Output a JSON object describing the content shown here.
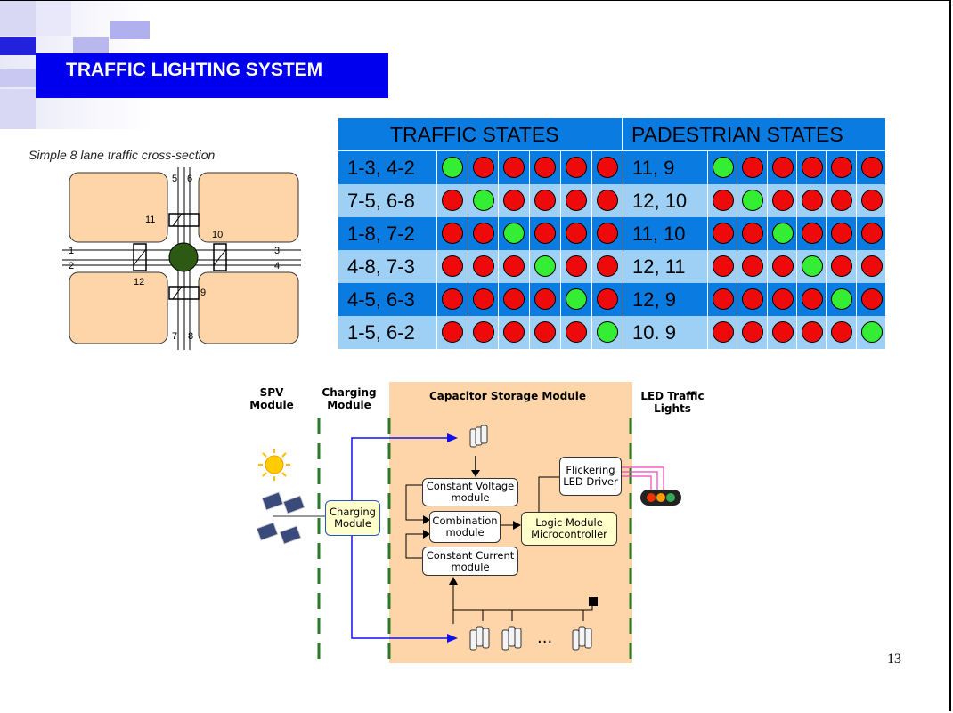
{
  "title": "TRAFFIC LIGHTING SYSTEM",
  "cross_section": {
    "caption": "Simple 8 lane traffic cross-section",
    "lane_labels": [
      "1",
      "2",
      "3",
      "4",
      "5",
      "6",
      "7",
      "8"
    ],
    "crossing_labels": [
      "9",
      "10",
      "11",
      "12"
    ]
  },
  "states_table": {
    "traffic_header": "TRAFFIC STATES",
    "pedestrian_header": "PADESTRIAN STATES",
    "rows": [
      {
        "traffic": "1-3, 4-2",
        "t_lights": [
          "green",
          "red",
          "red",
          "red",
          "red",
          "red"
        ],
        "pedestrian": "11, 9",
        "p_lights": [
          "green",
          "red",
          "red",
          "red",
          "red",
          "red"
        ]
      },
      {
        "traffic": "7-5, 6-8",
        "t_lights": [
          "red",
          "green",
          "red",
          "red",
          "red",
          "red"
        ],
        "pedestrian": "12, 10",
        "p_lights": [
          "red",
          "green",
          "red",
          "red",
          "red",
          "red"
        ]
      },
      {
        "traffic": "1-8, 7-2",
        "t_lights": [
          "red",
          "red",
          "green",
          "red",
          "red",
          "red"
        ],
        "pedestrian": "11, 10",
        "p_lights": [
          "red",
          "red",
          "green",
          "red",
          "red",
          "red"
        ]
      },
      {
        "traffic": "4-8, 7-3",
        "t_lights": [
          "red",
          "red",
          "red",
          "green",
          "red",
          "red"
        ],
        "pedestrian": "12, 11",
        "p_lights": [
          "red",
          "red",
          "red",
          "green",
          "red",
          "red"
        ]
      },
      {
        "traffic": "4-5, 6-3",
        "t_lights": [
          "red",
          "red",
          "red",
          "red",
          "green",
          "red"
        ],
        "pedestrian": "12, 9",
        "p_lights": [
          "red",
          "red",
          "red",
          "red",
          "green",
          "red"
        ]
      },
      {
        "traffic": "1-5, 6-2",
        "t_lights": [
          "red",
          "red",
          "red",
          "red",
          "red",
          "green"
        ],
        "pedestrian": "10. 9",
        "p_lights": [
          "red",
          "red",
          "red",
          "red",
          "red",
          "green"
        ]
      }
    ]
  },
  "block_diagram": {
    "stages": {
      "spv": "SPV Module",
      "charging": "Charging Module",
      "capacitor": "Capacitor Storage Module",
      "led": "LED Traffic Lights"
    },
    "boxes": {
      "charging_module": "Charging Module",
      "constant_voltage": "Constant Voltage module",
      "combination": "Combination module",
      "constant_current": "Constant Current module",
      "logic_module": "Logic Module Microcontroller",
      "flickering": "Flickering LED Driver"
    },
    "ellipsis": "..."
  },
  "page_number": "13",
  "colors": {
    "title_bg": "#0000ee",
    "table_dark": "#0a7be0",
    "table_light": "#9ecff5",
    "block_fill": "#fdd5a8",
    "light_red": "#ee0a0a",
    "light_green": "#33ee33"
  }
}
